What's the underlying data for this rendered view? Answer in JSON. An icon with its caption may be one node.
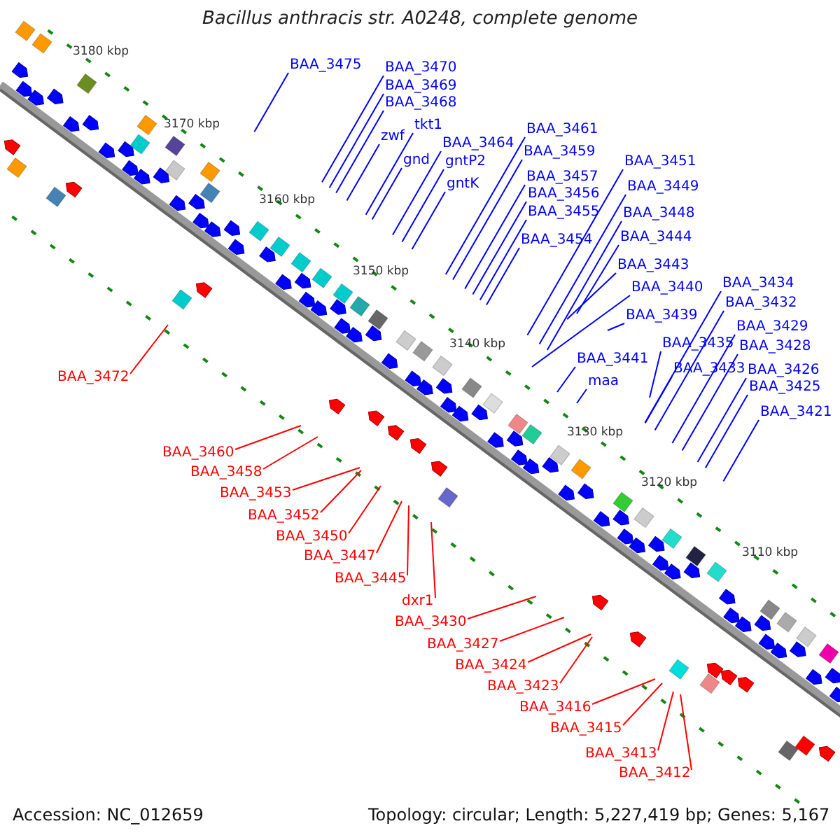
{
  "diagram": {
    "title": "Bacillus anthracis str. A0248, complete genome",
    "nodes": [
      {
        "text": [
          "BAA_3475"
        ]
      },
      {
        "text": [
          "BAA_3470"
        ]
      },
      {
        "text": [
          "BAA_3469"
        ]
      },
      {
        "text": [
          "BAA_3468"
        ]
      },
      {
        "text": [
          "tkt1"
        ]
      },
      {
        "text": [
          "BAA_3461"
        ]
      },
      {
        "text": [
          "zwf"
        ]
      },
      {
        "text": [
          "BAA_3464"
        ]
      },
      {
        "text": [
          "BAA_3459"
        ]
      },
      {
        "text": [
          "gnd"
        ]
      },
      {
        "text": [
          "gntP2"
        ]
      },
      {
        "text": [
          "BAA_3451"
        ]
      },
      {
        "text": [
          "BAA_3457"
        ]
      },
      {
        "text": [
          "gntK"
        ]
      },
      {
        "text": [
          "BAA_3449"
        ]
      },
      {
        "text": [
          "BAA_3456"
        ]
      },
      {
        "text": [
          "BAA_3455"
        ]
      },
      {
        "text": [
          "BAA_3448"
        ]
      },
      {
        "text": [
          "BAA_3444"
        ]
      },
      {
        "text": [
          "BAA_3454"
        ]
      },
      {
        "text": [
          "BAA_3443"
        ]
      },
      {
        "text": [
          "BAA_3434"
        ]
      },
      {
        "text": [
          "BAA_3440"
        ]
      },
      {
        "text": [
          "BAA_3432"
        ]
      },
      {
        "text": [
          "BAA_3439"
        ]
      },
      {
        "text": [
          "BAA_3429"
        ]
      },
      {
        "text": [
          "BAA_3435"
        ]
      },
      {
        "text": [
          "BAA_3428"
        ]
      },
      {
        "text": [
          "BAA_3441"
        ]
      },
      {
        "text": [
          "BAA_3433"
        ]
      },
      {
        "text": [
          "BAA_3426"
        ]
      },
      {
        "text": [
          "maa"
        ]
      },
      {
        "text": [
          "BAA_3425"
        ]
      },
      {
        "text": [
          "BAA_3421"
        ]
      },
      {
        "text": [
          "BAA_3472"
        ]
      },
      {
        "text": [
          "BAA_3460"
        ]
      },
      {
        "text": [
          "BAA_3458"
        ]
      },
      {
        "text": [
          "BAA_3453"
        ]
      },
      {
        "text": [
          "BAA_3452"
        ]
      },
      {
        "text": [
          "BAA_3450"
        ]
      },
      {
        "text": [
          "BAA_3447"
        ]
      },
      {
        "text": [
          "BAA_3445"
        ]
      },
      {
        "text": [
          "dxr1"
        ]
      },
      {
        "text": [
          "BAA_3430"
        ]
      },
      {
        "text": [
          "BAA_3427"
        ]
      },
      {
        "text": [
          "BAA_3424"
        ]
      },
      {
        "text": [
          "BAA_3423"
        ]
      },
      {
        "text": [
          "BAA_3416"
        ]
      },
      {
        "text": [
          "BAA_3415"
        ]
      },
      {
        "text": [
          "BAA_3413"
        ]
      },
      {
        "text": [
          "BAA_3412"
        ]
      }
    ],
    "edges": [
      {
        "from": 0,
        "to": null,
        "arrow": "none"
      },
      {
        "from": 1,
        "to": null,
        "arrow": "none"
      },
      {
        "from": 2,
        "to": null,
        "arrow": "none"
      },
      {
        "from": 3,
        "to": null,
        "arrow": "none"
      },
      {
        "from": 4,
        "to": null,
        "arrow": "none"
      },
      {
        "from": 5,
        "to": null,
        "arrow": "none"
      },
      {
        "from": 6,
        "to": null,
        "arrow": "none"
      },
      {
        "from": 7,
        "to": null,
        "arrow": "none"
      },
      {
        "from": 8,
        "to": null,
        "arrow": "none"
      },
      {
        "from": 9,
        "to": null,
        "arrow": "none"
      },
      {
        "from": 10,
        "to": null,
        "arrow": "none"
      },
      {
        "from": 11,
        "to": null,
        "arrow": "none"
      },
      {
        "from": 12,
        "to": null,
        "arrow": "none"
      },
      {
        "from": 13,
        "to": null,
        "arrow": "none"
      },
      {
        "from": 14,
        "to": null,
        "arrow": "none"
      },
      {
        "from": 15,
        "to": null,
        "arrow": "none"
      },
      {
        "from": 16,
        "to": null,
        "arrow": "none"
      },
      {
        "from": 17,
        "to": null,
        "arrow": "none"
      },
      {
        "from": 18,
        "to": null,
        "arrow": "none"
      },
      {
        "from": 19,
        "to": null,
        "arrow": "none"
      },
      {
        "from": 20,
        "to": null,
        "arrow": "none"
      },
      {
        "from": 21,
        "to": null,
        "arrow": "none"
      },
      {
        "from": 22,
        "to": null,
        "arrow": "none"
      },
      {
        "from": 23,
        "to": null,
        "arrow": "none"
      },
      {
        "from": 24,
        "to": null,
        "arrow": "none"
      },
      {
        "from": 25,
        "to": null,
        "arrow": "none"
      },
      {
        "from": 26,
        "to": null,
        "arrow": "none"
      },
      {
        "from": 27,
        "to": null,
        "arrow": "none"
      },
      {
        "from": 28,
        "to": null,
        "arrow": "none"
      },
      {
        "from": 29,
        "to": null,
        "arrow": "none"
      },
      {
        "from": 30,
        "to": null,
        "arrow": "none"
      },
      {
        "from": 31,
        "to": null,
        "arrow": "none"
      },
      {
        "from": 32,
        "to": null,
        "arrow": "none"
      },
      {
        "from": 33,
        "to": null,
        "arrow": "none"
      },
      {
        "from": 34,
        "to": null,
        "arrow": "none",
        "color": "#ff0000"
      },
      {
        "from": 35,
        "to": null,
        "arrow": "none",
        "color": "#ff0000"
      },
      {
        "from": 36,
        "to": null,
        "arrow": "none",
        "color": "#ff0000"
      },
      {
        "from": 37,
        "to": null,
        "arrow": "none",
        "color": "#ff0000"
      },
      {
        "from": 38,
        "to": null,
        "arrow": "none",
        "color": "#ff0000"
      },
      {
        "from": 39,
        "to": null,
        "arrow": "none",
        "color": "#ff0000"
      },
      {
        "from": 40,
        "to": null,
        "arrow": "none",
        "color": "#ff0000"
      },
      {
        "from": 41,
        "to": null,
        "arrow": "none",
        "color": "#ff0000"
      },
      {
        "from": 42,
        "to": null,
        "arrow": "none",
        "color": "#ff0000"
      },
      {
        "from": 43,
        "to": null,
        "arrow": "none",
        "color": "#ff0000"
      },
      {
        "from": 44,
        "to": null,
        "arrow": "none",
        "color": "#ff0000"
      },
      {
        "from": 45,
        "to": null,
        "arrow": "none",
        "color": "#ff0000"
      },
      {
        "from": 46,
        "to": null,
        "arrow": "none",
        "color": "#ff0000"
      },
      {
        "from": 47,
        "to": null,
        "arrow": "none",
        "color": "#ff0000"
      },
      {
        "from": 48,
        "to": null,
        "arrow": "none",
        "color": "#ff0000"
      },
      {
        "from": 49,
        "to": null,
        "arrow": "none",
        "color": "#ff0000"
      },
      {
        "from": 50,
        "to": null,
        "arrow": "none",
        "color": "#ff0000"
      }
    ],
    "labels": [
      "3180 kbp",
      "3170 kbp",
      "3160 kbp",
      "3150 kbp",
      "3140 kbp",
      "3130 kbp",
      "3120 kbp",
      "3110 kbp",
      "Accession: NC_012659",
      "Topology: circular; Length: 5,227,419 bp; Genes: 5,167"
    ]
  }
}
